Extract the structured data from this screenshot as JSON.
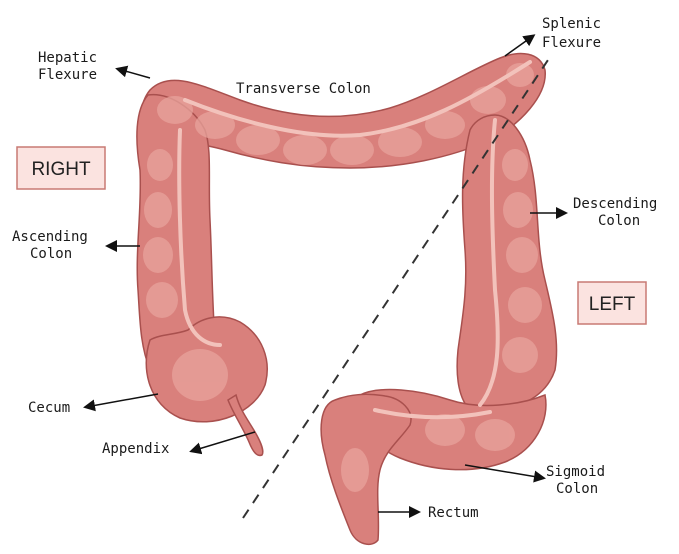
{
  "labels": {
    "hepatic_1": "Hepatic",
    "hepatic_2": "Flexure",
    "transverse": "Transverse Colon",
    "splenic_1": "Splenic",
    "splenic_2": "Flexure",
    "descending_1": "Descending",
    "descending_2": "Colon",
    "ascending_1": "Ascending",
    "ascending_2": "Colon",
    "cecum": "Cecum",
    "appendix": "Appendix",
    "sigmoid_1": "Sigmoid",
    "sigmoid_2": "Colon",
    "rectum": "Rectum"
  },
  "sides": {
    "right": "RIGHT",
    "left": "LEFT"
  },
  "colors": {
    "colon_fill": "#d9807c",
    "colon_light": "#e8a39c",
    "colon_stroke": "#a9504e",
    "taenia": "#f2c2bb",
    "side_box_fill": "#fbe3e0",
    "side_box_stroke": "#c87a74"
  }
}
